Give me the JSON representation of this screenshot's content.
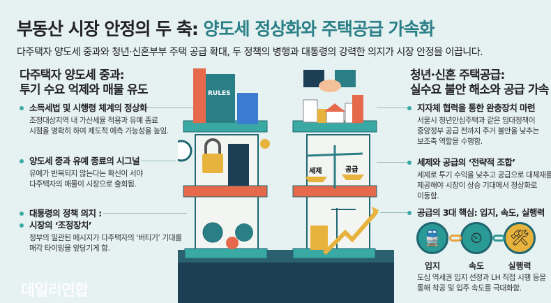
{
  "header": {
    "title_main": "부동산 시장 안정의 두 축:",
    "title_accent": "양도세 정상화와 주택공급 가속화",
    "subtitle": "다주택자 양도세 중과와 청년·신혼부부 주택 공급 확대, 두 정책의 병행과 대통령의 강력한 의지가 시장 안정을 이끕니다."
  },
  "left": {
    "heading1": "다주택자 양도세 중과:",
    "heading2": "투기 수요 억제와 매물 유도",
    "items": [
      {
        "title": "소득세법 및 시행령 체계의 정상화",
        "desc1": "조정대상지역 내 가산세율 적용과 유예 종료",
        "desc2": "시점을 명확히 하여 제도적 예측 가능성을 높임."
      },
      {
        "title": "양도세 중과 유예 종료의 시그널",
        "desc1": "유예가 반복되지 않는다는 확신이 서야",
        "desc2": "다주택자의 매물이 시장으로 출회됨."
      },
      {
        "title": "대통령의 정책 의지 :",
        "title2": "시장의 ‘조정장치’",
        "desc1": "정부의 일관된 메시지가 다주택자의 ‘버티기’ 기대를",
        "desc2": "매각 타이밍을 앞당기게 함."
      }
    ]
  },
  "right": {
    "heading1": "청년·신혼 주택공급:",
    "heading2": "실수요 불안 해소와 공급 가속",
    "items": [
      {
        "title": "지자체 협력을 통한 완충장치 마련",
        "desc1": "서울시 청년안심주택과 같은 임대정책이",
        "desc2": "중앙정부 공급 전까지 주거 불안을 낮추는",
        "desc3": "보조축 역할을 수행함."
      },
      {
        "title": "세제와 공급의 ‘전략적 조합’",
        "desc1": "세제로 투기 수익을 낮추고 공급으로 대체재를",
        "desc2": "제공해야 시장이 상승 기대에서 정상화로",
        "desc3": "이동함."
      },
      {
        "title": "공급의 3대 핵심: 입지, 속도, 실행력",
        "desc1": "도심 역세권 입지 선정과 LH 직접 시행 등을",
        "desc2": "통해 착공 및 입주 속도를 극대화함."
      }
    ],
    "keys": [
      "입지",
      "속도",
      "실행력"
    ]
  },
  "illustration": {
    "book_label": "RULES",
    "scale_left": "세제",
    "scale_right": "공급"
  },
  "watermark": "데일리연합",
  "colors": {
    "accent": "#2a7f86",
    "teal": "#3aa9a3",
    "orange": "#e5694a",
    "navy": "#1d3f55"
  }
}
